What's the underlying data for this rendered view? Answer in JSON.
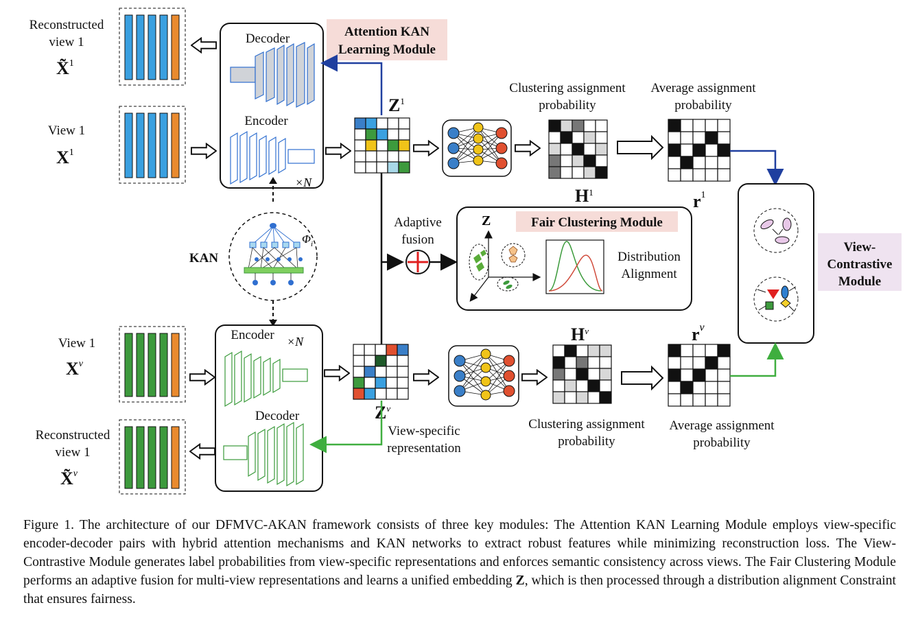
{
  "colors": {
    "blue_bar": "#3aa0e0",
    "green_bar": "#3d9a3d",
    "orange_bar": "#e98a2e",
    "nav_blue": "#1f3f9f",
    "link_green": "#3fae3f",
    "pink_bg": "#f6dcd8",
    "lilac_bg": "#efe3f0",
    "red_plus": "#e02020"
  },
  "top": {
    "reconstructed_view_l1": "Reconstructed",
    "reconstructed_view_l2": "view 1",
    "x_tilde": "X̃",
    "x_tilde_sup": "1",
    "view_label": "View 1",
    "x": "X",
    "x_sup": "1",
    "decoder": "Decoder",
    "encoder": "Encoder",
    "times_n": "×N",
    "z_label": "Z",
    "z_sup": "1",
    "clustering_l1": "Clustering assignment",
    "clustering_l2": "probability",
    "average_l1": "Average assignment",
    "average_l2": "probability",
    "r_label": "r",
    "r_sup": "1",
    "h_label": "H",
    "h_sup": "1"
  },
  "attention_module_l1": "Attention KAN",
  "attention_module_l2": "Learning Module",
  "kan": {
    "label": "KAN",
    "phi": "Φ",
    "phi_sub": "i"
  },
  "fusion": {
    "l1": "Adaptive",
    "l2": "fusion"
  },
  "fair": {
    "title": "Fair Clustering Module",
    "z_axis": "Z",
    "dist_l1": "Distribution",
    "dist_l2": "Alignment"
  },
  "view_contrastive": {
    "l1": "View-",
    "l2": "Contrastive",
    "l3": "Module"
  },
  "bottom": {
    "view_label": "View 1",
    "x": "X",
    "x_sup": "v",
    "encoder": "Encoder",
    "times_n": "×N",
    "decoder": "Decoder",
    "reconstructed_view_l1": "Reconstructed",
    "reconstructed_view_l2": "view 1",
    "x_tilde": "X̃",
    "x_tilde_sup": "v",
    "z_label": "Z",
    "z_sup": "v",
    "view_specific_l1": "View-specific",
    "view_specific_l2": "representation",
    "h_label": "H",
    "h_sup": "v",
    "r_label": "r",
    "r_sup": "v",
    "clustering_l1": "Clustering assignment",
    "clustering_l2": "probability",
    "average_l1": "Average assignment",
    "average_l2": "probability"
  },
  "caption": {
    "p1": "Figure 1.  The architecture of our DFMVC-AKAN framework consists of three key modules: The Attention KAN Learning Module employs view-specific encoder-decoder pairs with hybrid attention mechanisms and KAN networks to extract robust features while minimizing reconstruction loss. The View-Contrastive Module generates label probabilities from view-specific representations and enforces semantic consistency across views. The Fair Clustering Module performs an adaptive fusion for multi-view representations and learns a unified embedding ",
    "z": "Z",
    "p2": ", which is then processed through a distribution alignment Constraint that ensures fairness."
  }
}
